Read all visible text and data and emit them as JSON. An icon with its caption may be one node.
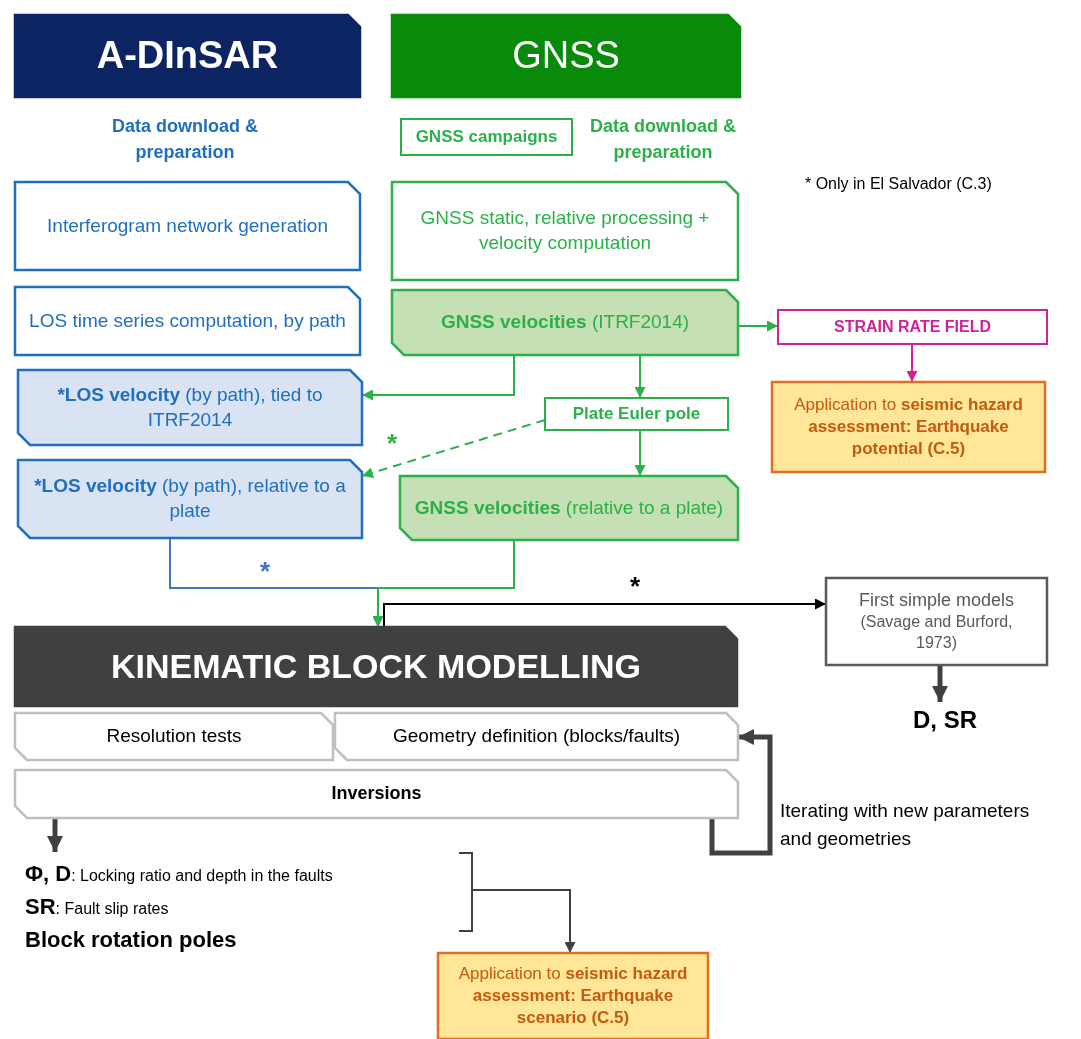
{
  "diagram": {
    "nodes": [
      {
        "text": [
          "A-DInSAR"
        ]
      },
      {
        "text": [
          "GNSS"
        ]
      },
      {
        "text": [
          "GNSS campaigns"
        ]
      },
      {
        "text": [
          "Interferogram network generation"
        ]
      },
      {
        "text": [
          "GNSS static, relative processing + velocity computation"
        ]
      },
      {
        "text": [
          "LOS time series computation, by path"
        ]
      },
      {
        "text": [
          "**GNSS velocities** (ITRF2014)"
        ]
      },
      {
        "text": [
          "STRAIN RATE FIELD"
        ]
      },
      {
        "text": [
          "***LOS velocity** (by path), tied to ITRF2014"
        ]
      },
      {
        "text": [
          "Plate Euler pole"
        ]
      },
      {
        "text": [
          "Application to **seismic hazard assessment: Earthquake potential (C.5)**"
        ]
      },
      {
        "text": [
          "***LOS velocity** (by path), relative to a plate"
        ]
      },
      {
        "text": [
          "**GNSS velocities** (relative to a plate)"
        ]
      },
      {
        "text": [
          "KINEMATIC BLOCK MODELLING"
        ]
      },
      {
        "text": [
          "Resolution tests"
        ]
      },
      {
        "text": [
          "Geometry definition (blocks/faults)"
        ]
      },
      {
        "text": [
          "Inversions"
        ]
      },
      {
        "text": [
          "First simple models",
          "(Savage and Burford, 1973)"
        ]
      },
      {
        "text": [
          "D, SR"
        ]
      },
      {
        "text": [
          "**Φ, D**: Locking ratio and depth in the faults",
          "**SR**: Fault slip rates",
          "Block rotation poles"
        ]
      },
      {
        "text": [
          "Application to **seismic hazard assessment: Earthquake scenario (C.5)**"
        ]
      }
    ],
    "edges": [
      {
        "from": 6,
        "to": 7,
        "arrow": "to"
      },
      {
        "from": 6,
        "to": 8,
        "arrow": "to"
      },
      {
        "from": 6,
        "to": 9,
        "arrow": "to"
      },
      {
        "from": 9,
        "to": 11,
        "arrow": "to",
        "style": "dashed",
        "label": "*"
      },
      {
        "from": 9,
        "to": 12,
        "arrow": "to"
      },
      {
        "from": 7,
        "to": 10,
        "arrow": "to",
        "color": "#d0209a"
      },
      {
        "from": 11,
        "to": 13,
        "arrow": "to",
        "color": "#4472c4",
        "label": "*"
      },
      {
        "from": 12,
        "to": 13,
        "arrow": "to"
      },
      {
        "from": 13,
        "to": 17,
        "arrow": "to",
        "color": "#000000",
        "label": "*"
      },
      {
        "from": 17,
        "to": 18,
        "arrow": "to",
        "color": "#404040",
        "style": "thick"
      },
      {
        "from": 16,
        "to": 19,
        "arrow": "to",
        "color": "#404040",
        "style": "thick"
      },
      {
        "from": 16,
        "to": 15,
        "arrow": "to",
        "color": "#404040",
        "style": "thick"
      },
      {
        "from": 19,
        "to": 20,
        "arrow": "to",
        "color": "#404040"
      }
    ],
    "labels": [
      "Data download & preparation",
      "Data download & preparation",
      "* Only in El Salvador (C.3)",
      "Iterating with new parameters and geometries"
    ]
  }
}
